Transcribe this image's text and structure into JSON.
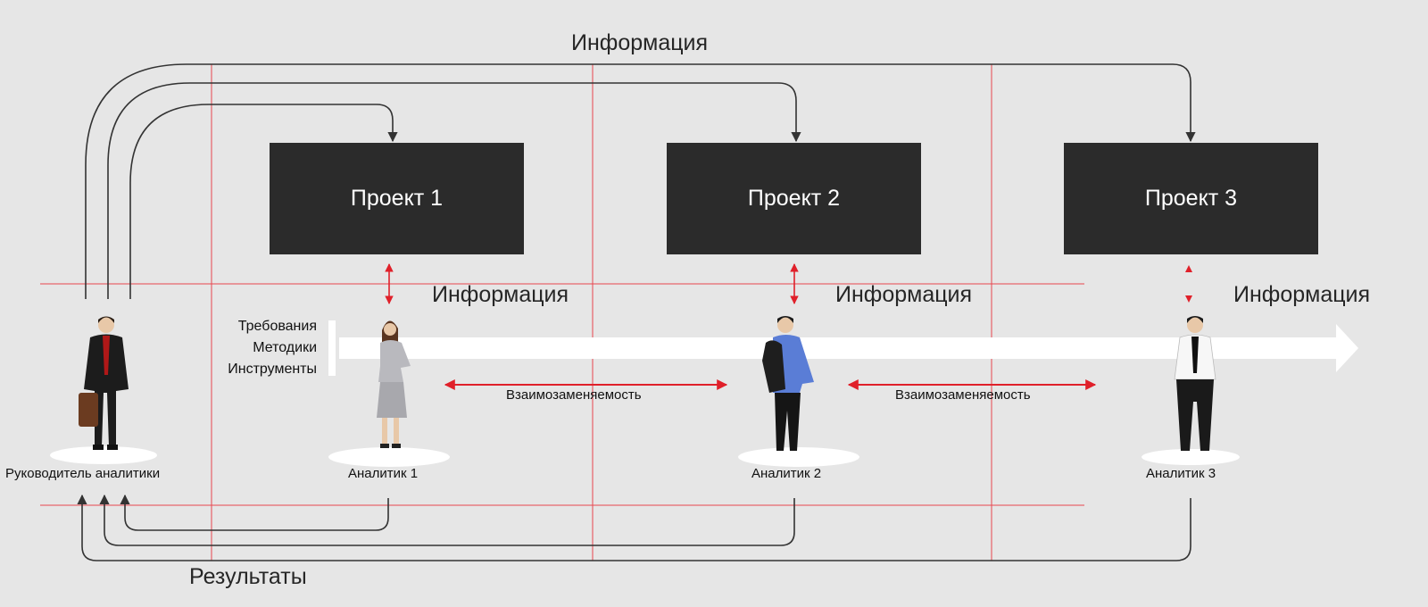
{
  "top_label": "Информация",
  "bottom_label": "Результаты",
  "projects": [
    {
      "label": "Проект 1"
    },
    {
      "label": "Проект 2"
    },
    {
      "label": "Проект 3"
    }
  ],
  "info_labels": [
    "Информация",
    "Информация",
    "Информация"
  ],
  "flow_labels": [
    "Требования",
    "Методики",
    "Инструменты"
  ],
  "interchange_labels": [
    "Взаимозаменяемость",
    "Взаимозаменяемость"
  ],
  "people": [
    {
      "label": "Руководитель аналитики"
    },
    {
      "label": "Аналитик 1"
    },
    {
      "label": "Аналитик 2"
    },
    {
      "label": "Аналитик 3"
    }
  ],
  "colors": {
    "background": "#e6e6e6",
    "project_box": "#2b2b2b",
    "guide_lines": "#e8474f",
    "arrows_dark": "#333333",
    "arrows_red": "#e0202a"
  }
}
